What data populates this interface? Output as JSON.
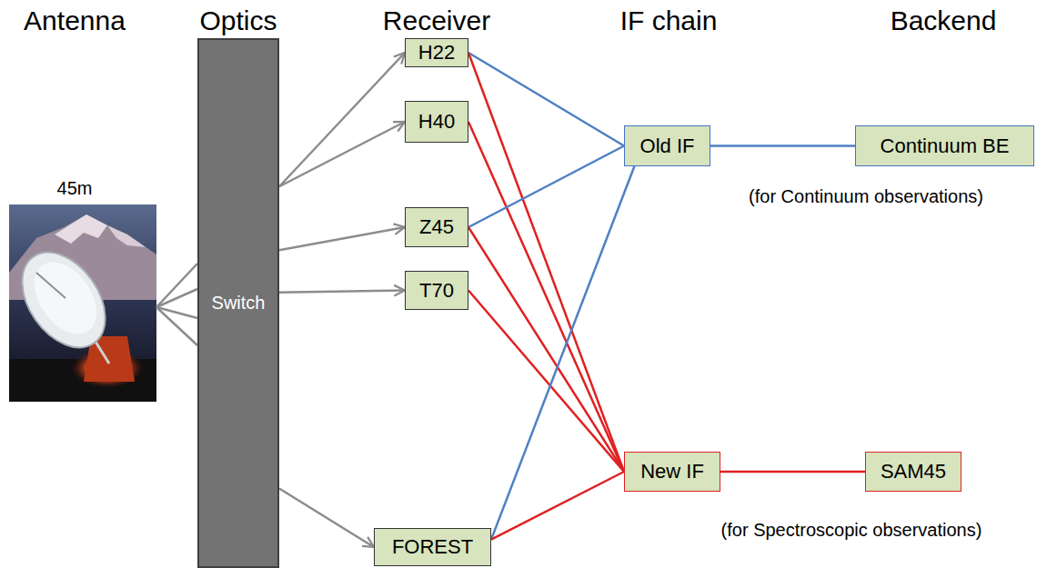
{
  "diagram": {
    "nodes": [
      {
        "text": [
          "Switch"
        ]
      },
      {
        "text": [
          "H22"
        ]
      },
      {
        "text": [
          "H40"
        ]
      },
      {
        "text": [
          "Z45"
        ]
      },
      {
        "text": [
          "T70"
        ]
      },
      {
        "text": [
          "FOREST"
        ]
      },
      {
        "text": [
          "Old IF"
        ]
      },
      {
        "text": [
          "Continuum BE"
        ]
      },
      {
        "text": [
          "New IF"
        ]
      },
      {
        "text": [
          "SAM45"
        ]
      }
    ],
    "edges": [
      {
        "from": 0,
        "to": 1,
        "arrow": "to"
      },
      {
        "from": 0,
        "to": 2,
        "arrow": "to"
      },
      {
        "from": 0,
        "to": 3,
        "arrow": "to"
      },
      {
        "from": 0,
        "to": 4,
        "arrow": "to"
      },
      {
        "from": 0,
        "to": 5,
        "arrow": "to"
      },
      {
        "from": 1,
        "to": 6,
        "arrow": "none"
      },
      {
        "from": 1,
        "to": 8,
        "arrow": "none"
      },
      {
        "from": 2,
        "to": 8,
        "arrow": "none"
      },
      {
        "from": 3,
        "to": 6,
        "arrow": "none"
      },
      {
        "from": 3,
        "to": 8,
        "arrow": "none"
      },
      {
        "from": 4,
        "to": 8,
        "arrow": "none"
      },
      {
        "from": 5,
        "to": 6,
        "arrow": "none"
      },
      {
        "from": 5,
        "to": 8,
        "arrow": "none"
      },
      {
        "from": 6,
        "to": 7,
        "arrow": "none"
      },
      {
        "from": 8,
        "to": 9,
        "arrow": "none"
      }
    ],
    "labels": [
      "Antenna",
      "Optics",
      "Receiver",
      "IF chain",
      "Backend",
      "45m",
      "(for Continuum observations)",
      "(for Spectroscopic observations)"
    ]
  }
}
